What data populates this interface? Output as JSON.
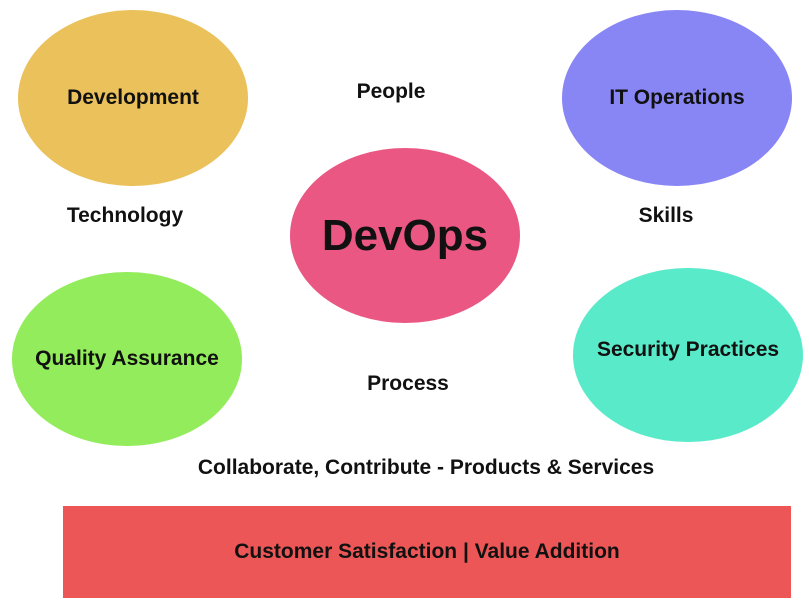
{
  "nodes": {
    "development": {
      "label": "Development",
      "color": "#EAC15A"
    },
    "it_operations": {
      "label": "IT Operations",
      "color": "#8885F5"
    },
    "devops": {
      "label": "DevOps",
      "color": "#EA5783"
    },
    "quality_assurance": {
      "label": "Quality Assurance",
      "color": "#93EC5B"
    },
    "security_practices": {
      "label": "Security Practices",
      "color": "#59EAC9"
    }
  },
  "labels": {
    "people": "People",
    "technology": "Technology",
    "skills": "Skills",
    "process": "Process",
    "collaborate": "Collaborate, Contribute - Products & Services"
  },
  "banner": {
    "text": "Customer Satisfaction | Value Addition",
    "color": "#EC5656"
  }
}
